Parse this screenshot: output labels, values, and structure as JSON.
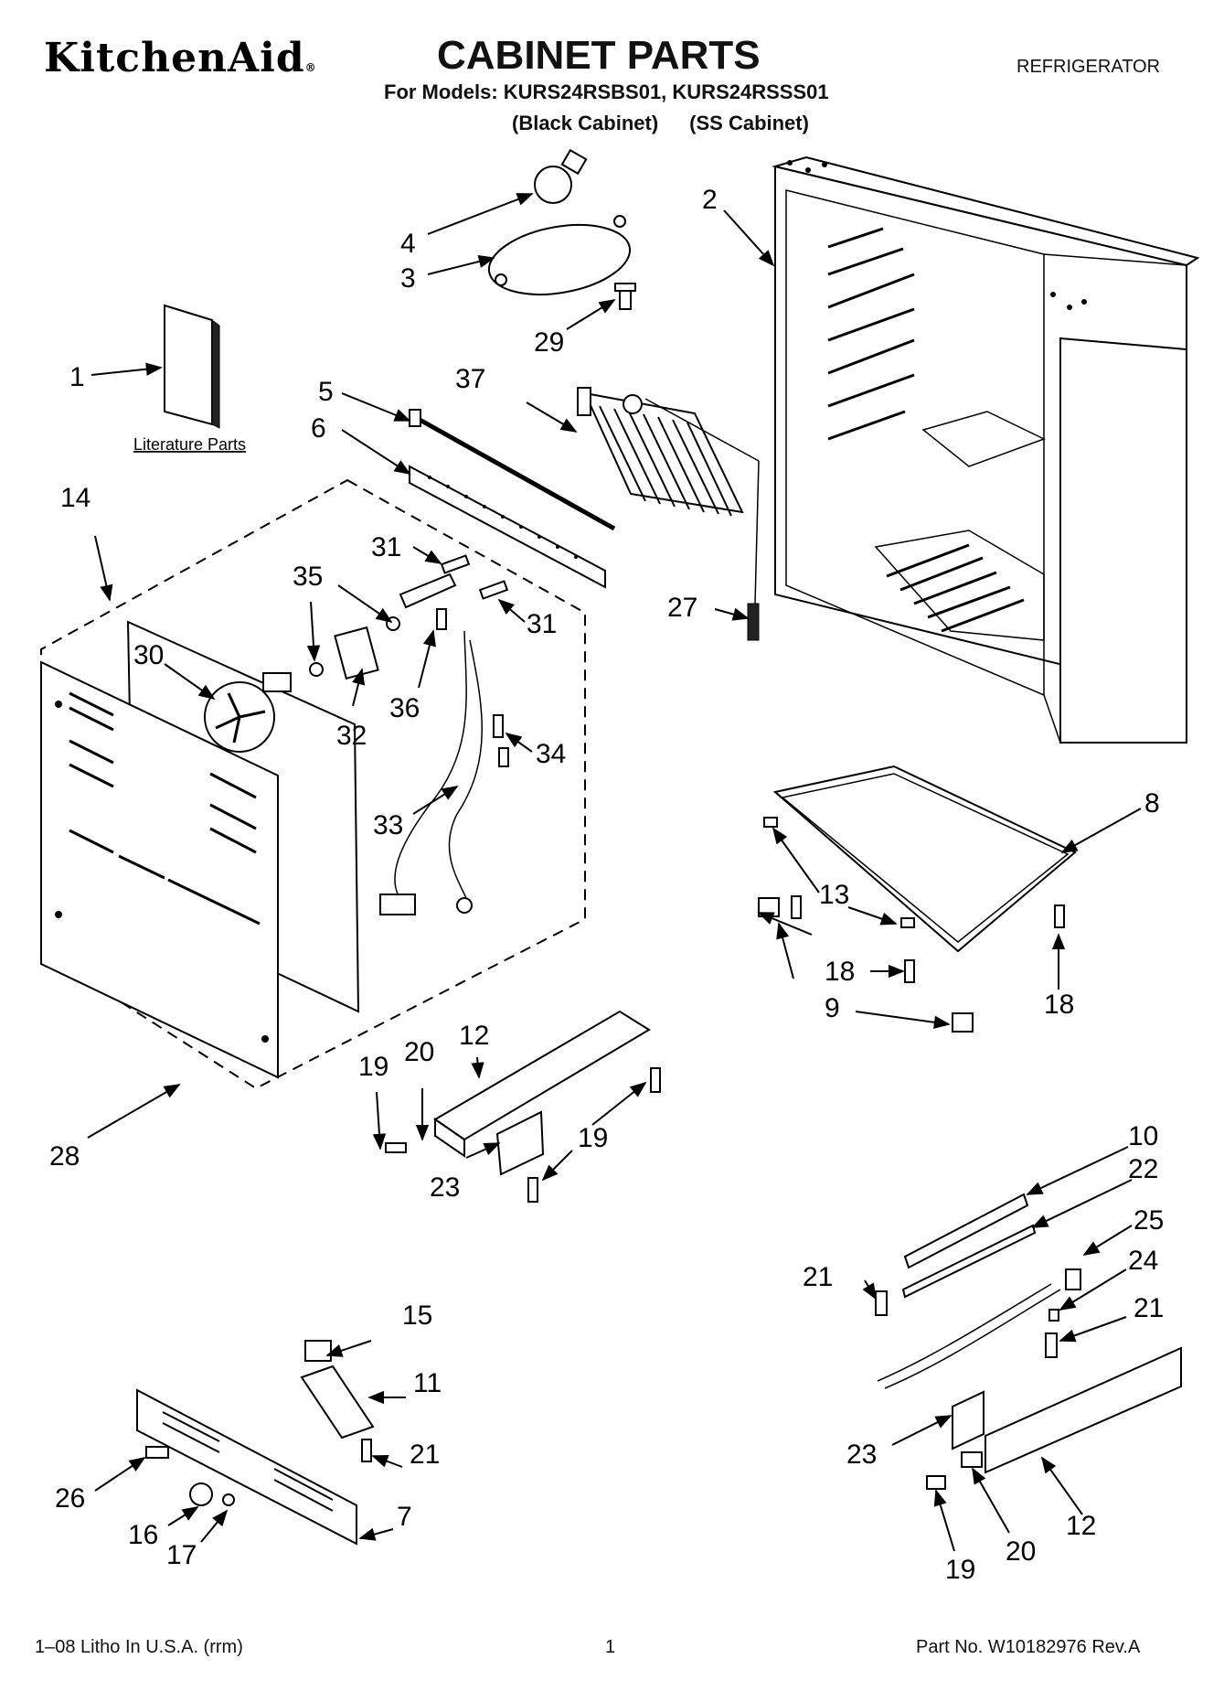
{
  "header": {
    "brand": "KitchenAid",
    "brand_mark": "®",
    "title": "CABINET PARTS",
    "category": "REFRIGERATOR",
    "models": "For Models: KURS24RSBS01, KURS24RSSS01",
    "variant_1": "(Black Cabinet)",
    "variant_2": "(SS Cabinet)"
  },
  "diagram": {
    "literature_label": "Literature Parts",
    "callouts": {
      "c1": "1",
      "c2": "2",
      "c3": "3",
      "c4": "4",
      "c5": "5",
      "c6": "6",
      "c7": "7",
      "c8": "8",
      "c9": "9",
      "c10": "10",
      "c11": "11",
      "c12a": "12",
      "c12b": "12",
      "c13": "13",
      "c14": "14",
      "c15": "15",
      "c16": "16",
      "c17": "17",
      "c18a": "18",
      "c18b": "18",
      "c19a": "19",
      "c19b": "19",
      "c19c": "19",
      "c20a": "20",
      "c20b": "20",
      "c21a": "21",
      "c21b": "21",
      "c21c": "21",
      "c22": "22",
      "c23a": "23",
      "c23b": "23",
      "c24": "24",
      "c25": "25",
      "c26": "26",
      "c27": "27",
      "c28": "28",
      "c29": "29",
      "c30": "30",
      "c31a": "31",
      "c31b": "31",
      "c32": "32",
      "c33": "33",
      "c34": "34",
      "c35": "35",
      "c36": "36",
      "c37": "37"
    }
  },
  "footer": {
    "litho": "1–08 Litho In U.S.A. (rrm)",
    "page_number": "1",
    "part_number": "Part No. W10182976 Rev.A"
  }
}
